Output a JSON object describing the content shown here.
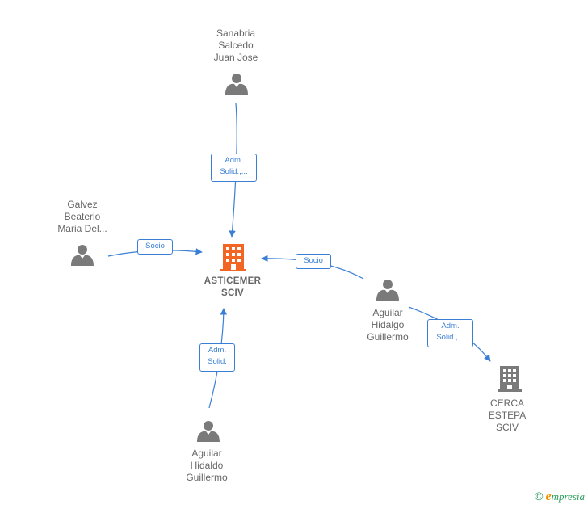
{
  "nodes": {
    "sanabria": {
      "lines": [
        "Sanabria",
        "Salcedo",
        "Juan Jose"
      ]
    },
    "galvez": {
      "lines": [
        "Galvez",
        "Beaterio",
        "Maria Del..."
      ]
    },
    "asticemer": {
      "lines": [
        "ASTICEMER",
        "SCIV"
      ]
    },
    "aguilar_right": {
      "lines": [
        "Aguilar",
        "Hidalgo",
        "Guillermo"
      ]
    },
    "aguilar_bottom": {
      "lines": [
        "Aguilar",
        "Hidaldo",
        "Guillermo"
      ]
    },
    "cerca": {
      "lines": [
        "CERCA",
        "ESTEPA",
        "SCIV"
      ]
    }
  },
  "edges": {
    "sanabria_adm": {
      "lines": [
        "Adm.",
        "Solid.,..."
      ]
    },
    "galvez_socio": {
      "lines": [
        "Socio"
      ]
    },
    "aguilar_socio": {
      "lines": [
        "Socio"
      ]
    },
    "aguilar_adm": {
      "lines": [
        "Adm.",
        "Solid.,..."
      ]
    },
    "bottom_adm": {
      "lines": [
        "Adm.",
        "Solid."
      ]
    }
  },
  "colors": {
    "edge": "#3a7fd5",
    "person": "#7a7a7a",
    "company_main": "#f26522",
    "company": "#7a7a7a"
  },
  "brand": {
    "copyright": "©",
    "initial": "e",
    "rest": "mpresia"
  }
}
